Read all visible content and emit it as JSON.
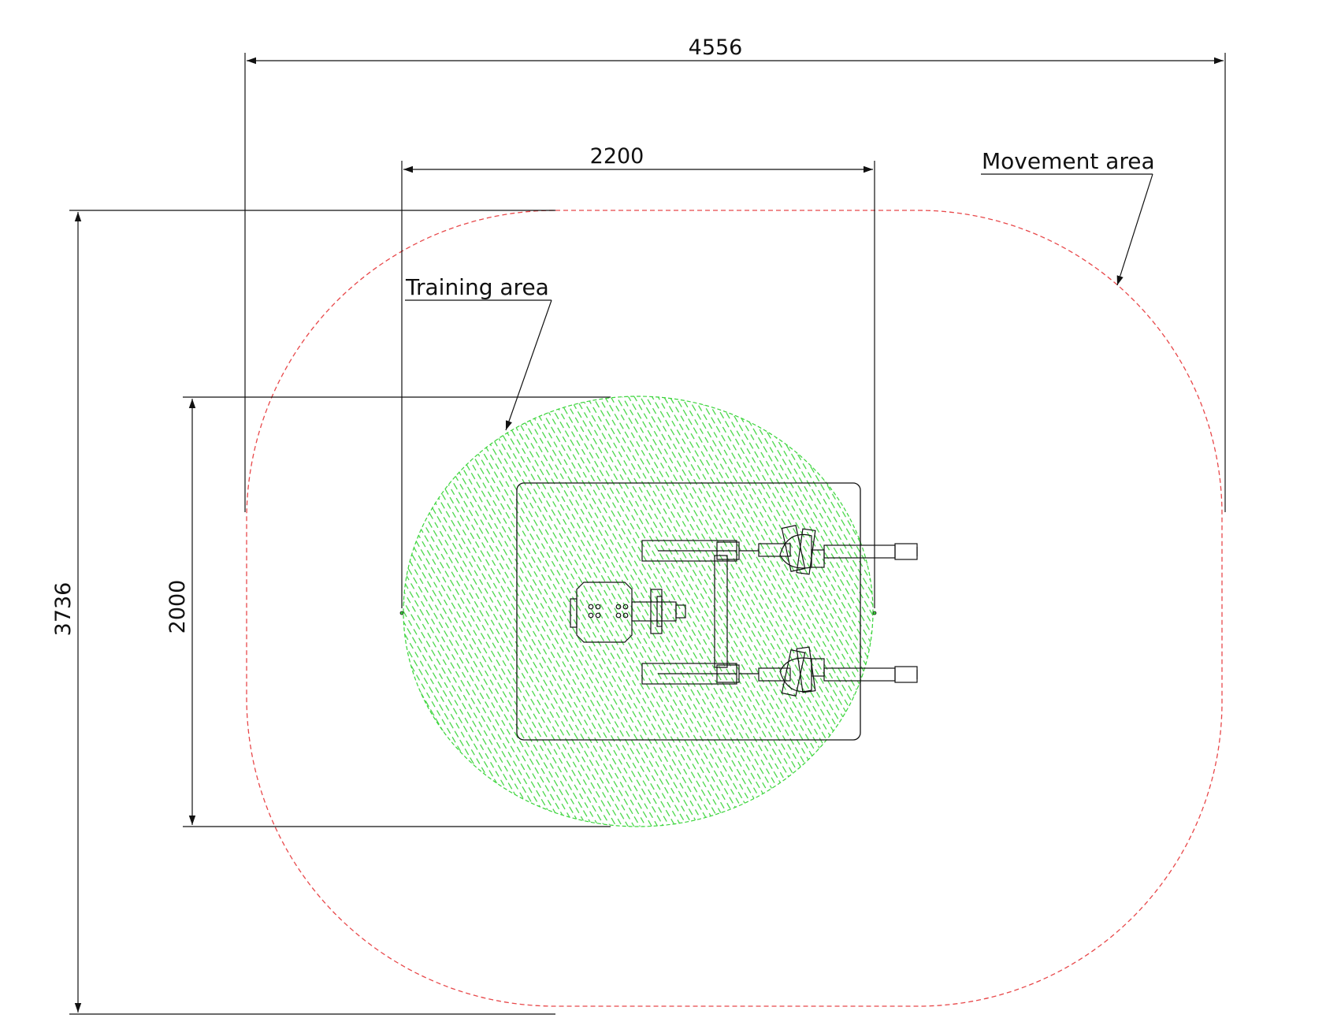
{
  "dimensions": {
    "overall_width": "4556",
    "inner_width": "2200",
    "overall_depth": "3736",
    "inner_depth": "2000"
  },
  "labels": {
    "movement_area": "Movement area",
    "training_area": "Training area"
  },
  "colors": {
    "movement_boundary": "#e8484a",
    "training_hatch": "#3ad43a",
    "line": "#111111"
  }
}
